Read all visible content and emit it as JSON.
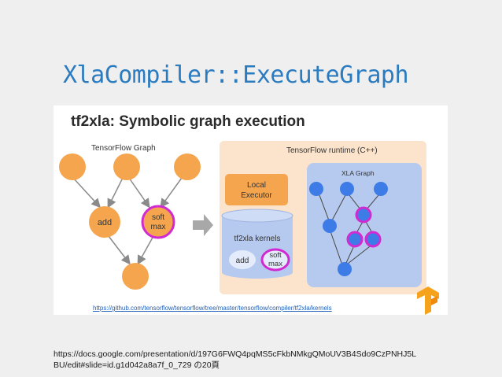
{
  "slide": {
    "title": "XlaCompiler::ExecuteGraph",
    "footer_line1": "https://docs.google.com/presentation/d/197G6FWQ4pqMS5cFkbNMkgQMoUV3B4Sdo9CzPNHJ5L",
    "footer_line2": "BU/edit#slide=id.g1d042a8a7f_0_729 の20頁"
  },
  "diagram": {
    "title": "tf2xla: Symbolic graph execution",
    "tensorflow_graph_label": "TensorFlow Graph",
    "runtime_label": "TensorFlow runtime (C++)",
    "local_executor_line1": "Local",
    "local_executor_line2": "Executor",
    "xla_graph_label": "XLA Graph",
    "kernels_label": "tf2xla kernels",
    "add_label": "add",
    "softmax_line1": "soft",
    "softmax_line2": "max",
    "source_url": "https://github.com/tensorflow/tensorflow/tree/master/tensorflow/compiler/tf2xla/kernels"
  },
  "colors": {
    "title_blue": "#2b7bc0",
    "orange_node": "#f5a54d",
    "blue_node": "#3d7ce6",
    "magenta": "#d22ad2",
    "runtime_bg": "#fbe3cc",
    "xla_bg": "#b6c9ef"
  },
  "icons": [
    "tensorflow-logo-icon",
    "arrow-right-icon"
  ]
}
